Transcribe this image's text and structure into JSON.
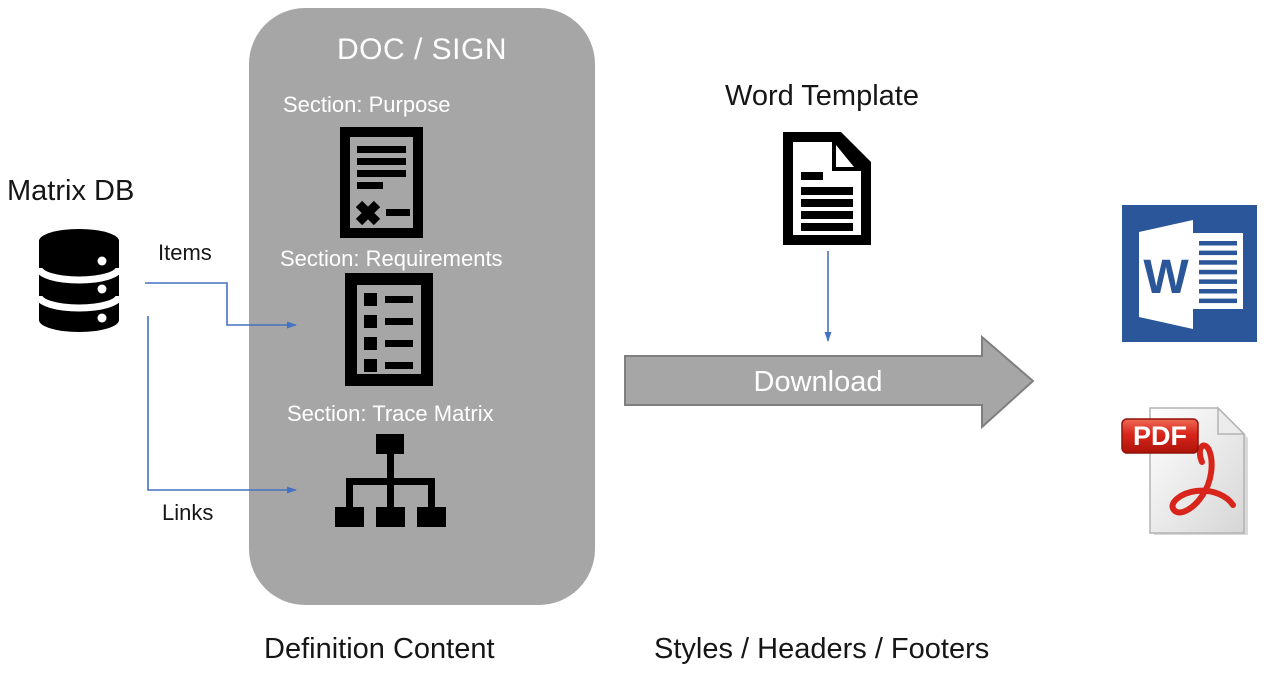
{
  "diagram": {
    "matrix_db": {
      "label": "Matrix DB",
      "icon": "database-icon"
    },
    "connectors": {
      "items_label": "Items",
      "links_label": "Links"
    },
    "doc_sign_box": {
      "title": "DOC / SIGN",
      "sections": [
        {
          "label": "Section: Purpose",
          "icon": "signed-document-icon"
        },
        {
          "label": "Section: Requirements",
          "icon": "checklist-icon"
        },
        {
          "label": "Section: Trace Matrix",
          "icon": "hierarchy-tree-icon"
        }
      ],
      "caption": "Definition Content"
    },
    "word_template": {
      "label": "Word Template",
      "icon": "document-icon"
    },
    "template_caption": "Styles / Headers / Footers",
    "download_arrow": {
      "label": "Download"
    },
    "outputs": {
      "word": {
        "letter": "W",
        "icon": "word-logo-icon"
      },
      "pdf": {
        "badge": "PDF",
        "icon": "pdf-file-icon"
      }
    }
  },
  "colors": {
    "panel_gray": "#A6A6A6",
    "arrow_gray": "#A6A6A6",
    "arrow_border": "#7F7F7F",
    "connector_blue": "#4472C4",
    "word_blue": "#2B579A",
    "pdf_red": "#D8251C",
    "icon_black": "#000000",
    "label_white": "#FFFFFF",
    "text_black": "#161616"
  }
}
